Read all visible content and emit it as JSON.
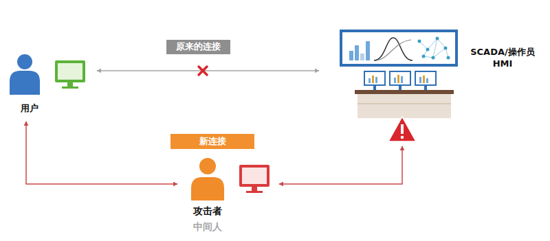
{
  "diagram": {
    "nodes": [
      {
        "text": [
          "用户"
        ]
      },
      {
        "text": [
          "SCADA/操作员 HMI"
        ]
      },
      {
        "text": [
          "攻击者",
          "中间人"
        ]
      }
    ],
    "edges": [
      {
        "from": 0,
        "to": 1,
        "arrow": "both",
        "label": "原来的连接"
      },
      {
        "from": 0,
        "to": 2,
        "arrow": "both"
      },
      {
        "from": 2,
        "to": 1,
        "arrow": "both"
      }
    ],
    "labels": [
      "新连接"
    ]
  }
}
